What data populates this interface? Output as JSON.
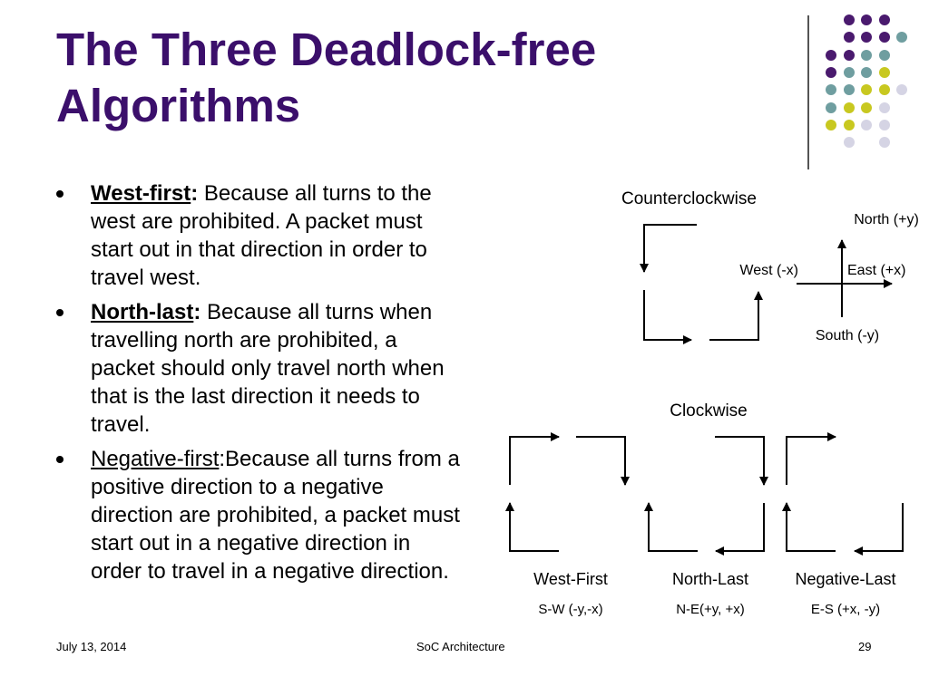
{
  "slide": {
    "title": "The Three Deadlock-free Algorithms"
  },
  "bullets": [
    {
      "term": "West-first",
      "term_bold": true,
      "separator": ": ",
      "text": "Because all turns to the west are prohibited. A packet must start out in that direction in order to travel west."
    },
    {
      "term": "North-last",
      "term_bold": true,
      "separator": ": ",
      "text": "Because all turns when travelling north are prohibited, a packet should only travel north when that is the last direction it needs to travel."
    },
    {
      "term": "Negative-first",
      "term_bold": false,
      "separator": ":",
      "text": "Because all turns from a positive direction to a negative direction are prohibited, a packet must start out in a negative direction in order to travel in a negative direction."
    }
  ],
  "diagram": {
    "counterclockwise_label": "Counterclockwise",
    "clockwise_label": "Clockwise",
    "axes": {
      "north": "North (+y)",
      "south": "South (-y)",
      "west": "West (-x)",
      "east": "East (+x)"
    },
    "algorithms": [
      {
        "name": "West-First",
        "sub": "S-W (-y,-x)"
      },
      {
        "name": "North-Last",
        "sub": "N-E(+y, +x)"
      },
      {
        "name": "Negative-Last",
        "sub": "E-S (+x, -y)"
      }
    ]
  },
  "footer": {
    "date": "July 13, 2014",
    "center": "SoC Architecture",
    "page": "29"
  },
  "colors": {
    "title": "#3b0f6b",
    "dot_purple": "#4a1a6e",
    "dot_teal": "#6f9ea0",
    "dot_yellow": "#c8c820",
    "dot_lavender": "#d5d4e4"
  }
}
